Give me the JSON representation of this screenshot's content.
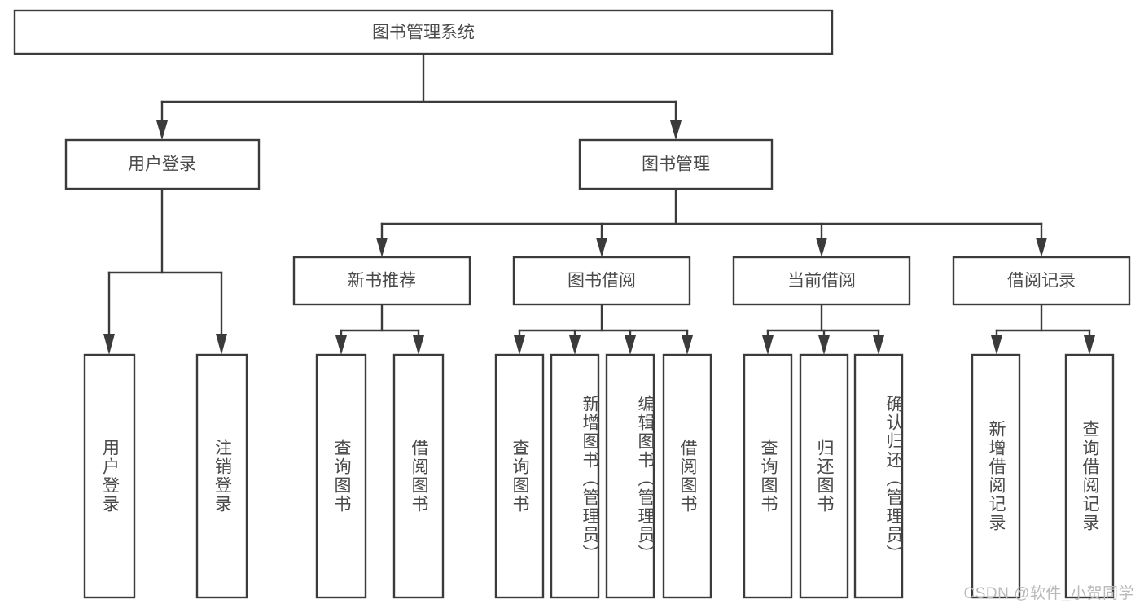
{
  "diagram": {
    "title": "图书管理系统",
    "type": "tree-hierarchy-chart",
    "colors": {
      "box_stroke": "#3b3b3b",
      "box_fill": "#ffffff",
      "text": "#4a4a4a",
      "background": "#ffffff",
      "watermark": "#b9b9b9"
    },
    "root": {
      "label": "图书管理系统"
    },
    "level2": [
      {
        "label": "用户登录"
      },
      {
        "label": "图书管理"
      }
    ],
    "level3": [
      {
        "label": "新书推荐"
      },
      {
        "label": "图书借阅"
      },
      {
        "label": "当前借阅"
      },
      {
        "label": "借阅记录"
      }
    ],
    "leaves": {
      "user_login": [
        {
          "label": "用户登录"
        },
        {
          "label": "注销登录"
        }
      ],
      "new_book_recommend": [
        {
          "label": "查询图书"
        },
        {
          "label": "借阅图书"
        }
      ],
      "book_borrow": [
        {
          "label": "查询图书"
        },
        {
          "label": "新增图书（管理员）"
        },
        {
          "label": "编辑图书（管理员）"
        },
        {
          "label": "借阅图书"
        }
      ],
      "current_borrow": [
        {
          "label": "查询图书"
        },
        {
          "label": "归还图书"
        },
        {
          "label": "确认归还（管理员）"
        }
      ],
      "borrow_record": [
        {
          "label": "新增借阅记录"
        },
        {
          "label": "查询借阅记录"
        }
      ]
    }
  },
  "watermark": {
    "text": "CSDN @软件_小贺同学"
  }
}
